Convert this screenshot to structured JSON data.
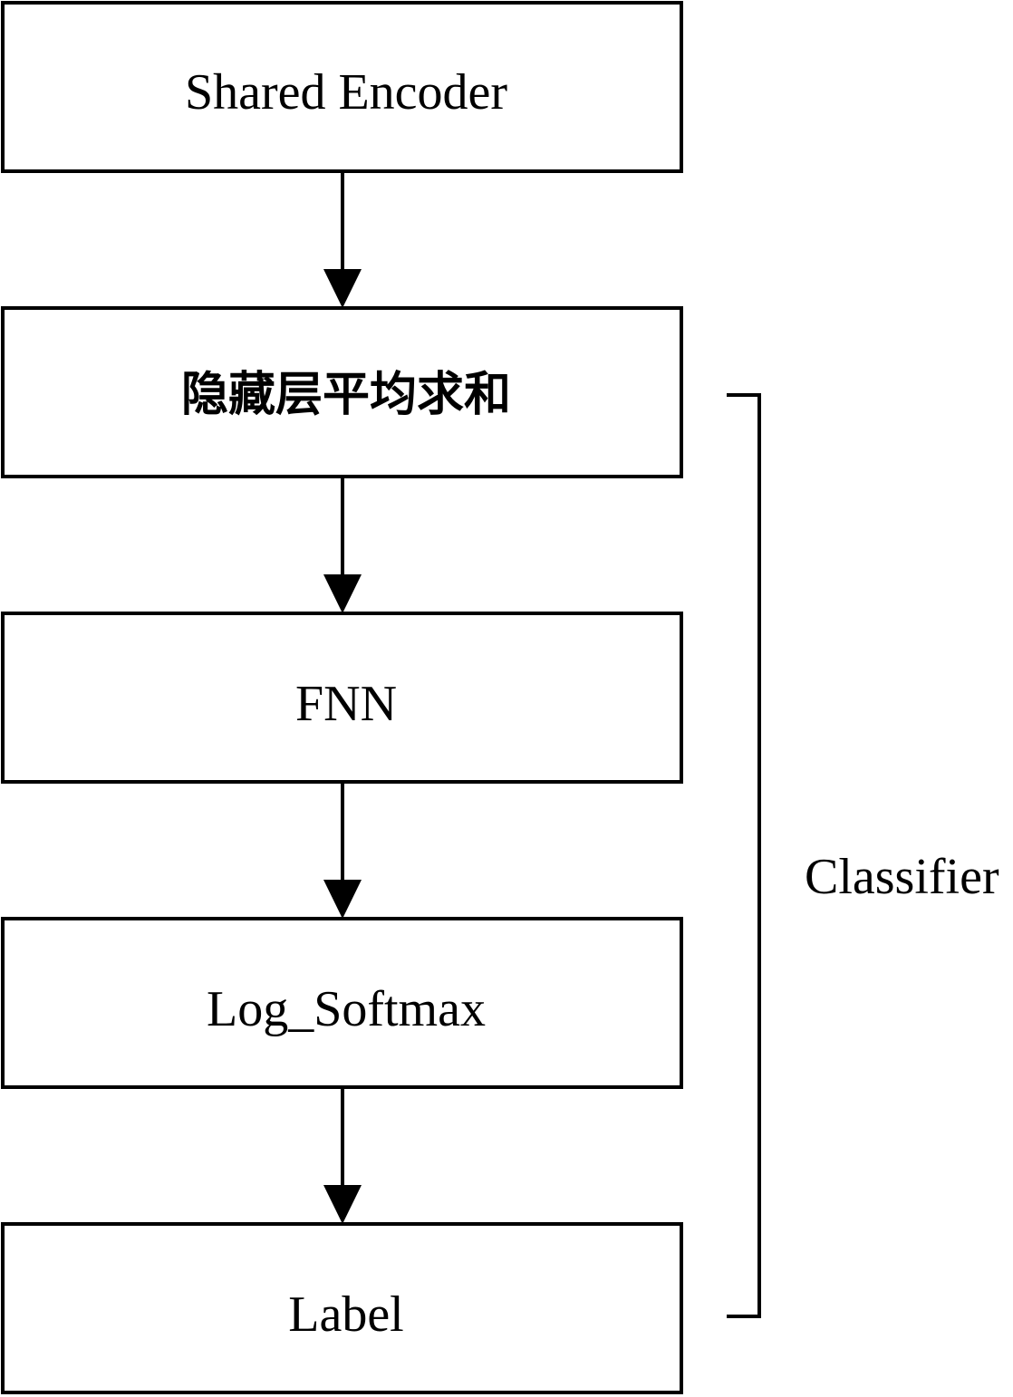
{
  "diagram": {
    "type": "flowchart",
    "nodes": [
      {
        "id": "shared-encoder",
        "label": "Shared Encoder"
      },
      {
        "id": "hidden-layer-average-sum",
        "label": "隐藏层平均求和"
      },
      {
        "id": "fnn",
        "label": "FNN"
      },
      {
        "id": "log-softmax",
        "label": "Log_Softmax"
      },
      {
        "id": "label",
        "label": "Label"
      }
    ],
    "edges": [
      {
        "from": "shared-encoder",
        "to": "hidden-layer-average-sum"
      },
      {
        "from": "hidden-layer-average-sum",
        "to": "fnn"
      },
      {
        "from": "fnn",
        "to": "log-softmax"
      },
      {
        "from": "log-softmax",
        "to": "label"
      }
    ],
    "group": {
      "label": "Classifier",
      "members": [
        "hidden-layer-average-sum",
        "fnn",
        "log-softmax",
        "label"
      ]
    },
    "colors": {
      "stroke": "#000000",
      "fill": "#ffffff",
      "text": "#000000"
    }
  }
}
